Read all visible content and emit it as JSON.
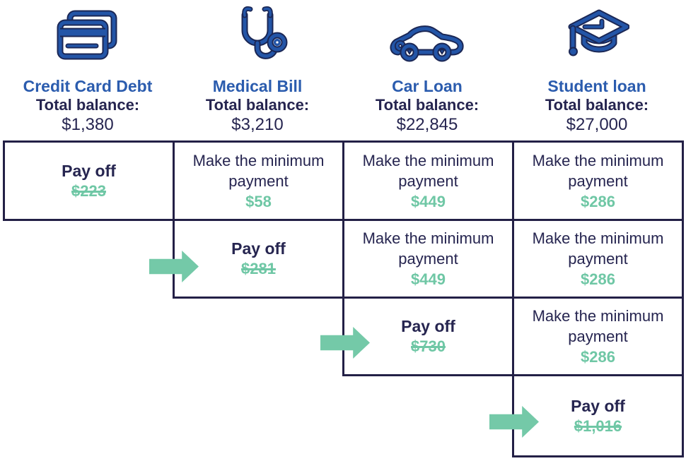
{
  "page": {
    "background": "#ffffff"
  },
  "colors": {
    "navy_text": "#262550",
    "table_border": "#232046",
    "title_blue": "#2B5CAE",
    "icon_blue": "#2355A7",
    "icon_outline": "#1B2755",
    "green_amount": "#6FC7A5",
    "green_arrow": "#74C9A8"
  },
  "columns": [
    {
      "icon": "credit-card-icon",
      "title": "Credit Card Debt",
      "balance_label": "Total balance:",
      "balance": "$1,380"
    },
    {
      "icon": "stethoscope-icon",
      "title": "Medical Bill",
      "balance_label": "Total balance:",
      "balance": "$3,210"
    },
    {
      "icon": "car-icon",
      "title": "Car Loan",
      "balance_label": "Total balance:",
      "balance": "$22,845"
    },
    {
      "icon": "graduation-cap-icon",
      "title": "Student loan",
      "balance_label": "Total balance:",
      "balance": "$27,000"
    }
  ],
  "grid": {
    "cells": [
      {
        "row": 1,
        "col": 1,
        "type": "payoff",
        "label": "Pay off",
        "amount": "$223",
        "arrow": false
      },
      {
        "row": 1,
        "col": 2,
        "type": "minimum",
        "label": "Make the minimum payment",
        "amount": "$58",
        "arrow": false
      },
      {
        "row": 1,
        "col": 3,
        "type": "minimum",
        "label": "Make the minimum payment",
        "amount": "$449",
        "arrow": false
      },
      {
        "row": 1,
        "col": 4,
        "type": "minimum",
        "label": "Make the minimum payment",
        "amount": "$286",
        "arrow": false
      },
      {
        "row": 2,
        "col": 2,
        "type": "payoff",
        "label": "Pay off",
        "amount": "$281",
        "arrow": true
      },
      {
        "row": 2,
        "col": 3,
        "type": "minimum",
        "label": "Make the minimum payment",
        "amount": "$449",
        "arrow": false
      },
      {
        "row": 2,
        "col": 4,
        "type": "minimum",
        "label": "Make the minimum payment",
        "amount": "$286",
        "arrow": false
      },
      {
        "row": 3,
        "col": 3,
        "type": "payoff",
        "label": "Pay off",
        "amount": "$730",
        "arrow": true
      },
      {
        "row": 3,
        "col": 4,
        "type": "minimum",
        "label": "Make the minimum payment",
        "amount": "$286",
        "arrow": false
      },
      {
        "row": 4,
        "col": 4,
        "type": "payoff",
        "label": "Pay off",
        "amount": "$1,016",
        "arrow": true
      }
    ]
  }
}
